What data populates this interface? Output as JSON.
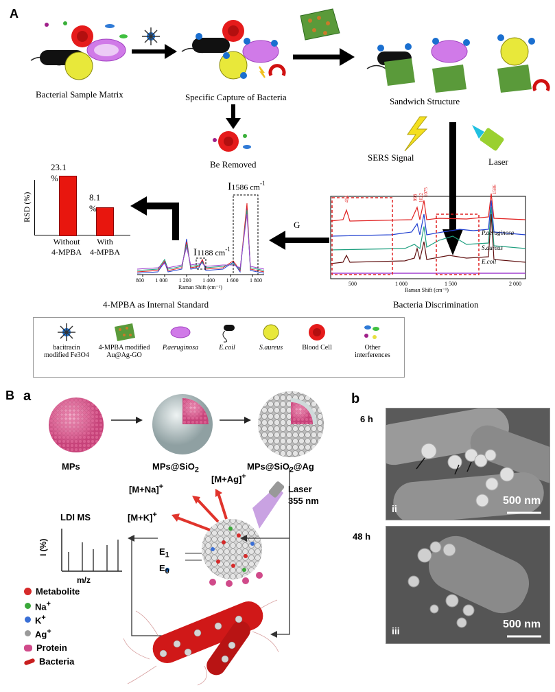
{
  "panel_A": {
    "label": "A",
    "captions": {
      "matrix": "Bacterial Sample Matrix",
      "capture": "Specific Capture of Bacteria",
      "sandwich": "Sandwich Structure",
      "removed": "Be Removed",
      "sers": "SERS Signal",
      "laser": "Laser",
      "internal_standard": "4-MPBA as Internal Standard",
      "discrimination": "Bacteria Discrimination",
      "arrow_g": "G"
    },
    "rsd_chart": {
      "ylabel": "RSD (%)",
      "bars": [
        {
          "label_line1": "Without",
          "label_line2": "4-MPBA",
          "value_label": "23.1 %"
        },
        {
          "label_line1": "With",
          "label_line2": "4-MPBA",
          "value_label": "8.1 %"
        }
      ]
    },
    "spectrum_small": {
      "peak1_main": "I",
      "peak1_sub": "1188 cm",
      "peak1_sup": "-1",
      "peak2_main": "I",
      "peak2_sub": "1586 cm",
      "peak2_sup": "-1",
      "ticks": [
        "800",
        "1 000",
        "1 200",
        "1 400",
        "1 600",
        "1 800"
      ],
      "xlabel": "Raman Shift (cm⁻¹)"
    },
    "spectrum_large": {
      "peak_labels": [
        "414",
        "998",
        "1022",
        "1075",
        "1586"
      ],
      "series": [
        "P.aeruginosa",
        "S.aureus",
        "E.coil"
      ],
      "ticks": [
        "500",
        "1 000",
        "1 500",
        "2 000"
      ],
      "xlabel": "Raman Shift (cm⁻¹)",
      "colors": {
        "red": "#e02020",
        "blue": "#2040d0",
        "teal": "#20a080",
        "maroon": "#601010",
        "purple": "#a040d0"
      }
    },
    "legend": [
      {
        "line1": "bacitracin",
        "line2": "modified Fe3O4"
      },
      {
        "line1": "4-MPBA modified",
        "line2": "Au@Ag-GO"
      },
      {
        "line1": "P.aeruginosa",
        "line2": ""
      },
      {
        "line1": "E.coil",
        "line2": ""
      },
      {
        "line1": "S.aureus",
        "line2": ""
      },
      {
        "line1": "Blood Cell",
        "line2": ""
      },
      {
        "line1": "Other",
        "line2": "interferences"
      }
    ]
  },
  "panel_B": {
    "label": "B",
    "sub_a": "a",
    "sub_b": "b",
    "particles": [
      "MPs",
      "MPs@SiO",
      "MPs@SiO"
    ],
    "particle_subs": [
      "",
      "2",
      "2"
    ],
    "particle_suffix": [
      "",
      "",
      "@Ag"
    ],
    "ions": {
      "na": "[M+Na]",
      "ag": "[M+Ag]",
      "k": "[M+K]",
      "plus": "+"
    },
    "laser": "Laser",
    "wavelength": "355 nm",
    "energy": {
      "e1": "E",
      "e1_sub": "1",
      "e0": "E",
      "e0_sub": "0"
    },
    "ldi": {
      "title": "LDI MS",
      "ylabel": "I (%)",
      "xlabel": "m/z"
    },
    "legend": [
      {
        "label": "Metabolite",
        "color": "#d62a2a"
      },
      {
        "label": "Na",
        "sup": "+",
        "color": "#3aa83a"
      },
      {
        "label": "K",
        "sup": "+",
        "color": "#3a6fd6"
      },
      {
        "label": "Ag",
        "sup": "+",
        "color": "#9a9a9a"
      },
      {
        "label": "Protein",
        "color": "#d04a8a"
      },
      {
        "label": "Bacteria",
        "color": "#c81e1e"
      }
    ],
    "sem": [
      {
        "time": "6 h",
        "roman": "ii",
        "scale": "500 nm"
      },
      {
        "time": "48 h",
        "roman": "iii",
        "scale": "500 nm"
      }
    ]
  }
}
